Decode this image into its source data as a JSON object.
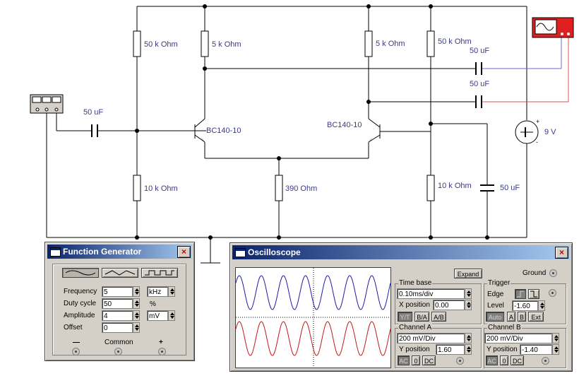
{
  "circuit": {
    "labels": {
      "r1": "50 k Ohm",
      "r2": "5 k Ohm",
      "r3": "5 k Ohm",
      "r4": "50 k Ohm",
      "r5": "10 k Ohm",
      "r6": "390  Ohm",
      "r7": "10 k Ohm",
      "c_in": "50 uF",
      "c_out_a": "50 uF",
      "c_out_b": "50 uF",
      "c_e": "50 uF",
      "q1": "BC140-10",
      "q2": "BC140-10",
      "vsrc": "9 V"
    }
  },
  "function_generator": {
    "title": "Function Generator",
    "close": "×",
    "waveforms": [
      "sine-icon",
      "triangle-icon",
      "square-icon"
    ],
    "frequency_label": "Frequency",
    "frequency_value": "5",
    "frequency_unit": "kHz",
    "duty_label": "Duty cycle",
    "duty_value": "50",
    "duty_unit": "%",
    "amplitude_label": "Amplitude",
    "amplitude_value": "4",
    "amplitude_unit": "mV",
    "offset_label": "Offset",
    "offset_value": "0",
    "minus_label": "—",
    "common_label": "Common",
    "plus_label": "+"
  },
  "oscilloscope": {
    "title": "Oscilloscope",
    "close": "×",
    "expand_label": "Expand",
    "ground_label": "Ground",
    "timebase": {
      "title": "Time base",
      "value": "0.10ms/div",
      "xpos_label": "X position",
      "xpos_value": "0.00",
      "modes": [
        "Y/T",
        "B/A",
        "A/B"
      ]
    },
    "trigger": {
      "title": "Trigger",
      "edge_label": "Edge",
      "level_label": "Level",
      "level_value": "-1.60",
      "modes": [
        "Auto",
        "A",
        "B",
        "Ext"
      ]
    },
    "channel_a": {
      "title": "Channel A",
      "value": "200 mV/Div",
      "ypos_label": "Y position",
      "ypos_value": "1.60",
      "coupling": [
        "AC",
        "0",
        "DC"
      ]
    },
    "channel_b": {
      "title": "Channel B",
      "value": "200 mV/Div",
      "ypos_label": "Y position",
      "ypos_value": "-1.40",
      "coupling": [
        "AC",
        "0",
        "DC"
      ]
    },
    "colors": {
      "channel_a": "#1a1aa8",
      "channel_b": "#c81414"
    }
  }
}
